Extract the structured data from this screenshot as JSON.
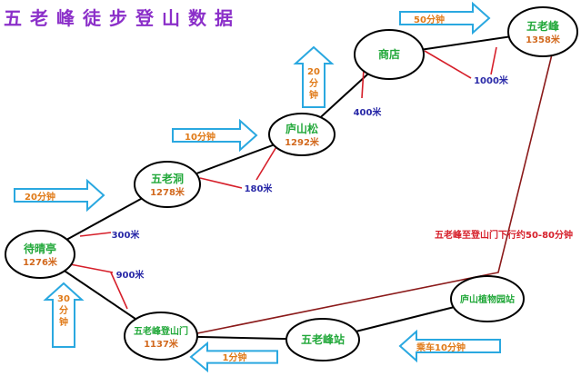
{
  "title": "五老峰徒步登山数据",
  "colors": {
    "name_green": "#22a83a",
    "elevation_orange": "#d2691e",
    "distance_blue": "#2a2aa8",
    "route_red": "#d61f2a",
    "descent_darkred": "#8b1a1a",
    "time_orange": "#e07a18",
    "arrow_cyan": "#2aa8e0",
    "title_purple": "#8b2fc9"
  },
  "nodes": [
    {
      "id": "daiqingting",
      "name": "待晴亭",
      "elevation": "1276米"
    },
    {
      "id": "wulaodong",
      "name": "五老洞",
      "elevation": "1278米"
    },
    {
      "id": "lushansong",
      "name": "庐山松",
      "elevation": "1292米"
    },
    {
      "id": "shangdian",
      "name": "商店",
      "elevation": ""
    },
    {
      "id": "wulaofeng",
      "name": "五老峰",
      "elevation": "1358米"
    },
    {
      "id": "dengshanmen",
      "name": "五老峰登山门",
      "elevation": "1137米"
    },
    {
      "id": "wulaofengzhan",
      "name": "五老峰站",
      "elevation": ""
    },
    {
      "id": "zhiwuyuan",
      "name": "庐山植物园站",
      "elevation": ""
    }
  ],
  "distances": [
    {
      "id": "d300",
      "text": "300米"
    },
    {
      "id": "d180",
      "text": "180米"
    },
    {
      "id": "d400",
      "text": "400米"
    },
    {
      "id": "d1000",
      "text": "1000米"
    },
    {
      "id": "d900",
      "text": "900米"
    }
  ],
  "times": [
    {
      "id": "t20a",
      "text": "20分钟"
    },
    {
      "id": "t10",
      "text": "10分钟"
    },
    {
      "id": "t20b",
      "text": "20分钟"
    },
    {
      "id": "t50",
      "text": "50分钟"
    },
    {
      "id": "t30",
      "text": "30分钟"
    },
    {
      "id": "t1",
      "text": "1分钟"
    },
    {
      "id": "tcar",
      "text": "乘车10分钟"
    }
  ],
  "descent_note": "五老峰至登山门下行约50-80分钟"
}
